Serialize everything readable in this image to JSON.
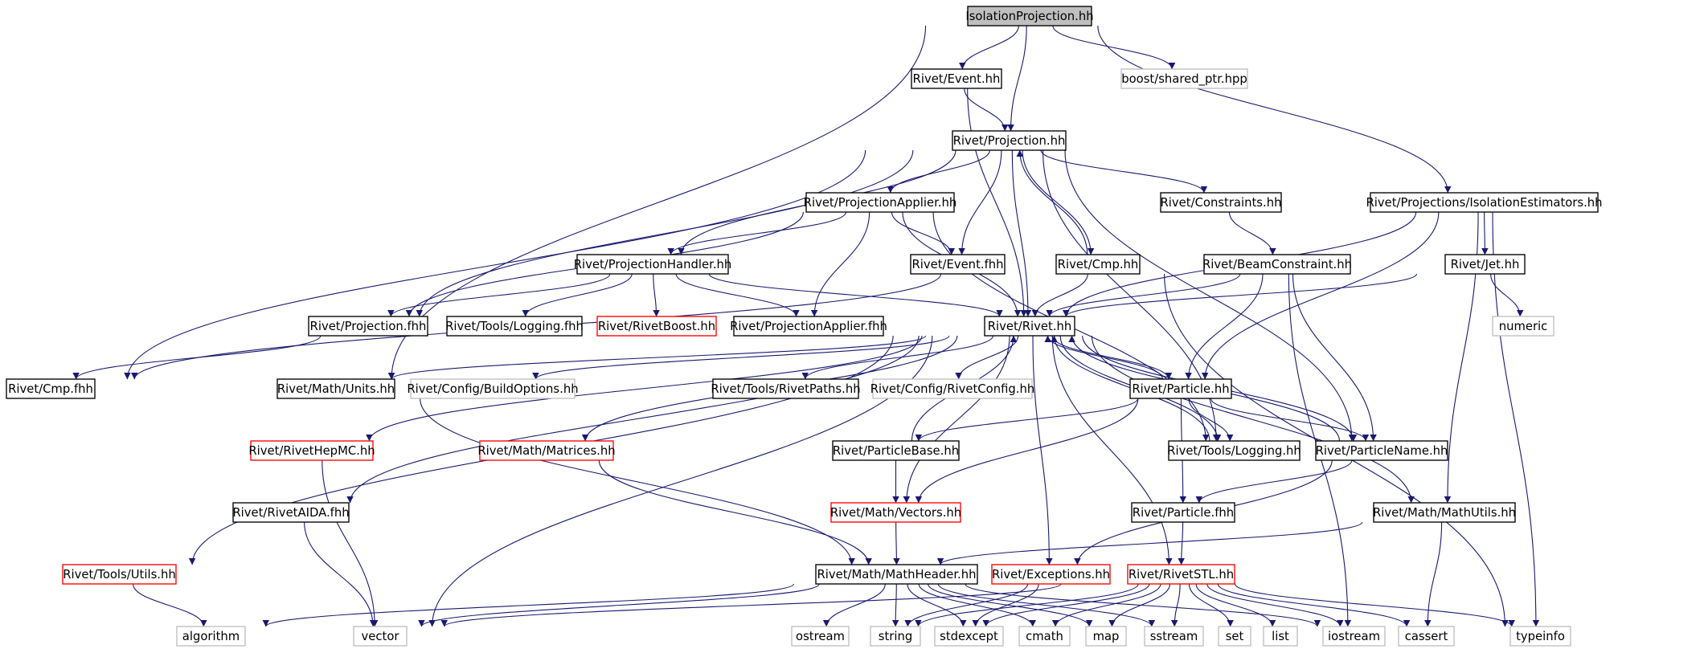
{
  "colors": {
    "edge": "#191970",
    "arrow": "#191970",
    "box_default": "#000000",
    "box_external": "#bfbfbf",
    "box_incomplete": "#ff0000",
    "root_fill": "#bfbfbf",
    "text": "#000000"
  },
  "nodes": [
    {
      "id": "isolationprojection",
      "label": "IsolationProjection.hh",
      "style": "root"
    },
    {
      "id": "event_hh",
      "label": "Rivet/Event.hh",
      "style": "default"
    },
    {
      "id": "boost_shared_ptr",
      "label": "boost/shared_ptr.hpp",
      "style": "external"
    },
    {
      "id": "projection_hh",
      "label": "Rivet/Projection.hh",
      "style": "default"
    },
    {
      "id": "projectionapplier_hh",
      "label": "Rivet/ProjectionApplier.hh",
      "style": "default"
    },
    {
      "id": "constraints_hh",
      "label": "Rivet/Constraints.hh",
      "style": "default"
    },
    {
      "id": "isolationestimators_hh",
      "label": "Rivet/Projections/IsolationEstimators.hh",
      "style": "default"
    },
    {
      "id": "projectionhandler_hh",
      "label": "Rivet/ProjectionHandler.hh",
      "style": "default"
    },
    {
      "id": "event_fhh",
      "label": "Rivet/Event.fhh",
      "style": "default"
    },
    {
      "id": "cmp_hh",
      "label": "Rivet/Cmp.hh",
      "style": "default"
    },
    {
      "id": "beamconstraint_hh",
      "label": "Rivet/BeamConstraint.hh",
      "style": "default"
    },
    {
      "id": "jet_hh",
      "label": "Rivet/Jet.hh",
      "style": "default"
    },
    {
      "id": "projection_fhh",
      "label": "Rivet/Projection.fhh",
      "style": "default"
    },
    {
      "id": "tools_logging_fhh",
      "label": "Rivet/Tools/Logging.fhh",
      "style": "default"
    },
    {
      "id": "rivetboost_hh",
      "label": "Rivet/RivetBoost.hh",
      "style": "incomplete"
    },
    {
      "id": "projectionapplier_fhh",
      "label": "Rivet/ProjectionApplier.fhh",
      "style": "default"
    },
    {
      "id": "rivet_hh",
      "label": "Rivet/Rivet.hh",
      "style": "default"
    },
    {
      "id": "numeric",
      "label": "numeric",
      "style": "external"
    },
    {
      "id": "cmp_fhh",
      "label": "Rivet/Cmp.fhh",
      "style": "default"
    },
    {
      "id": "math_units_hh",
      "label": "Rivet/Math/Units.hh",
      "style": "default"
    },
    {
      "id": "config_buildoptions_hh",
      "label": "Rivet/Config/BuildOptions.hh",
      "style": "external"
    },
    {
      "id": "tools_rivetpaths_hh",
      "label": "Rivet/Tools/RivetPaths.hh",
      "style": "default"
    },
    {
      "id": "config_rivetconfig_hh",
      "label": "Rivet/Config/RivetConfig.hh",
      "style": "external"
    },
    {
      "id": "particle_hh",
      "label": "Rivet/Particle.hh",
      "style": "default"
    },
    {
      "id": "rivethepmc_hh",
      "label": "Rivet/RivetHepMC.hh",
      "style": "incomplete"
    },
    {
      "id": "math_matrices_hh",
      "label": "Rivet/Math/Matrices.hh",
      "style": "incomplete"
    },
    {
      "id": "particlebase_hh",
      "label": "Rivet/ParticleBase.hh",
      "style": "default"
    },
    {
      "id": "tools_logging_hh",
      "label": "Rivet/Tools/Logging.hh",
      "style": "default"
    },
    {
      "id": "particlename_hh",
      "label": "Rivet/ParticleName.hh",
      "style": "default"
    },
    {
      "id": "rivetaida_fhh",
      "label": "Rivet/RivetAIDA.fhh",
      "style": "default"
    },
    {
      "id": "math_vectors_hh",
      "label": "Rivet/Math/Vectors.hh",
      "style": "incomplete"
    },
    {
      "id": "particle_fhh",
      "label": "Rivet/Particle.fhh",
      "style": "default"
    },
    {
      "id": "math_mathutils_hh",
      "label": "Rivet/Math/MathUtils.hh",
      "style": "default"
    },
    {
      "id": "tools_utils_hh",
      "label": "Rivet/Tools/Utils.hh",
      "style": "incomplete"
    },
    {
      "id": "math_mathheader_hh",
      "label": "Rivet/Math/MathHeader.hh",
      "style": "default"
    },
    {
      "id": "exceptions_hh",
      "label": "Rivet/Exceptions.hh",
      "style": "incomplete"
    },
    {
      "id": "rivetstl_hh",
      "label": "Rivet/RivetSTL.hh",
      "style": "incomplete"
    },
    {
      "id": "algorithm",
      "label": "algorithm",
      "style": "external"
    },
    {
      "id": "vector",
      "label": "vector",
      "style": "external"
    },
    {
      "id": "ostream",
      "label": "ostream",
      "style": "external"
    },
    {
      "id": "string",
      "label": "string",
      "style": "external"
    },
    {
      "id": "stdexcept",
      "label": "stdexcept",
      "style": "external"
    },
    {
      "id": "cmath",
      "label": "cmath",
      "style": "external"
    },
    {
      "id": "map",
      "label": "map",
      "style": "external"
    },
    {
      "id": "sstream",
      "label": "sstream",
      "style": "external"
    },
    {
      "id": "set",
      "label": "set",
      "style": "external"
    },
    {
      "id": "list",
      "label": "list",
      "style": "external"
    },
    {
      "id": "iostream",
      "label": "iostream",
      "style": "external"
    },
    {
      "id": "cassert",
      "label": "cassert",
      "style": "external"
    },
    {
      "id": "typeinfo",
      "label": "typeinfo",
      "style": "external"
    }
  ],
  "edges": [
    [
      "isolationprojection",
      "event_hh"
    ],
    [
      "isolationprojection",
      "boost_shared_ptr"
    ],
    [
      "isolationprojection",
      "projection_hh"
    ],
    [
      "isolationprojection",
      "isolationestimators_hh"
    ],
    [
      "isolationprojection",
      "math_units_hh"
    ],
    [
      "event_hh",
      "projection_hh"
    ],
    [
      "event_hh",
      "rivet_hh"
    ],
    [
      "projection_hh",
      "projectionapplier_hh"
    ],
    [
      "projection_hh",
      "constraints_hh"
    ],
    [
      "projection_hh",
      "projectionhandler_hh"
    ],
    [
      "projection_hh",
      "event_fhh"
    ],
    [
      "projection_hh",
      "cmp_hh"
    ],
    [
      "projection_hh",
      "projection_fhh"
    ],
    [
      "projection_hh",
      "rivet_hh"
    ],
    [
      "projection_hh",
      "cmp_fhh"
    ],
    [
      "projection_hh",
      "tools_logging_hh"
    ],
    [
      "projection_hh",
      "particlename_hh"
    ],
    [
      "projectionapplier_hh",
      "projectionhandler_hh"
    ],
    [
      "projectionapplier_hh",
      "event_fhh"
    ],
    [
      "projectionapplier_hh",
      "projection_fhh"
    ],
    [
      "projectionapplier_hh",
      "projectionapplier_fhh"
    ],
    [
      "projectionapplier_hh",
      "rivet_hh"
    ],
    [
      "projectionapplier_hh",
      "tools_logging_hh"
    ],
    [
      "constraints_hh",
      "beamconstraint_hh"
    ],
    [
      "isolationestimators_hh",
      "jet_hh"
    ],
    [
      "isolationestimators_hh",
      "particle_hh"
    ],
    [
      "isolationestimators_hh",
      "math_mathutils_hh"
    ],
    [
      "isolationestimators_hh",
      "typeinfo"
    ],
    [
      "isolationestimators_hh",
      "rivet_hh"
    ],
    [
      "projectionhandler_hh",
      "projection_fhh"
    ],
    [
      "projectionhandler_hh",
      "tools_logging_fhh"
    ],
    [
      "projectionhandler_hh",
      "rivetboost_hh"
    ],
    [
      "projectionhandler_hh",
      "projectionapplier_fhh"
    ],
    [
      "projectionhandler_hh",
      "rivet_hh"
    ],
    [
      "cmp_hh",
      "projection_hh"
    ],
    [
      "cmp_hh",
      "rivet_hh"
    ],
    [
      "cmp_hh",
      "cmp_fhh"
    ],
    [
      "cmp_hh",
      "typeinfo"
    ],
    [
      "beamconstraint_hh",
      "rivet_hh"
    ],
    [
      "beamconstraint_hh",
      "particle_hh"
    ],
    [
      "beamconstraint_hh",
      "particlename_hh"
    ],
    [
      "beamconstraint_hh",
      "iostream"
    ],
    [
      "jet_hh",
      "rivet_hh"
    ],
    [
      "jet_hh",
      "numeric"
    ],
    [
      "projection_fhh",
      "cmp_fhh"
    ],
    [
      "rivet_hh",
      "math_units_hh"
    ],
    [
      "rivet_hh",
      "config_buildoptions_hh"
    ],
    [
      "rivet_hh",
      "tools_rivetpaths_hh"
    ],
    [
      "rivet_hh",
      "config_rivetconfig_hh"
    ],
    [
      "rivet_hh",
      "particle_hh"
    ],
    [
      "rivet_hh",
      "rivethepmc_hh"
    ],
    [
      "rivet_hh",
      "math_matrices_hh"
    ],
    [
      "rivet_hh",
      "tools_logging_hh"
    ],
    [
      "rivet_hh",
      "particlename_hh"
    ],
    [
      "rivet_hh",
      "rivetaida_fhh"
    ],
    [
      "rivet_hh",
      "math_vectors_hh"
    ],
    [
      "rivet_hh",
      "math_mathutils_hh"
    ],
    [
      "rivet_hh",
      "tools_utils_hh"
    ],
    [
      "rivet_hh",
      "exceptions_hh"
    ],
    [
      "rivet_hh",
      "rivetstl_hh"
    ],
    [
      "rivet_hh",
      "vector"
    ],
    [
      "particle_hh",
      "rivet_hh"
    ],
    [
      "particle_hh",
      "particlebase_hh"
    ],
    [
      "particle_hh",
      "tools_logging_hh"
    ],
    [
      "particle_hh",
      "particlename_hh"
    ],
    [
      "particle_hh",
      "math_vectors_hh"
    ],
    [
      "particle_hh",
      "particle_fhh"
    ],
    [
      "particlebase_hh",
      "rivet_hh"
    ],
    [
      "particlebase_hh",
      "math_vectors_hh"
    ],
    [
      "tools_logging_hh",
      "rivet_hh"
    ],
    [
      "particlename_hh",
      "rivet_hh"
    ],
    [
      "particlename_hh",
      "particle_fhh"
    ],
    [
      "particlename_hh",
      "exceptions_hh"
    ],
    [
      "math_units_hh",
      "math_mathheader_hh"
    ],
    [
      "math_matrices_hh",
      "math_mathheader_hh"
    ],
    [
      "math_vectors_hh",
      "math_mathheader_hh"
    ],
    [
      "rivethepmc_hh",
      "vector"
    ],
    [
      "rivetaida_fhh",
      "vector"
    ],
    [
      "tools_utils_hh",
      "algorithm"
    ],
    [
      "particle_fhh",
      "rivetstl_hh"
    ],
    [
      "math_mathutils_hh",
      "math_mathheader_hh"
    ],
    [
      "math_mathutils_hh",
      "cassert"
    ],
    [
      "math_mathheader_hh",
      "algorithm"
    ],
    [
      "math_mathheader_hh",
      "vector"
    ],
    [
      "math_mathheader_hh",
      "ostream"
    ],
    [
      "math_mathheader_hh",
      "string"
    ],
    [
      "math_mathheader_hh",
      "stdexcept"
    ],
    [
      "math_mathheader_hh",
      "cmath"
    ],
    [
      "math_mathheader_hh",
      "map"
    ],
    [
      "math_mathheader_hh",
      "sstream"
    ],
    [
      "math_mathheader_hh",
      "iostream"
    ],
    [
      "exceptions_hh",
      "string"
    ],
    [
      "exceptions_hh",
      "stdexcept"
    ],
    [
      "rivetstl_hh",
      "vector"
    ],
    [
      "rivetstl_hh",
      "string"
    ],
    [
      "rivetstl_hh",
      "stdexcept"
    ],
    [
      "rivetstl_hh",
      "cmath"
    ],
    [
      "rivetstl_hh",
      "map"
    ],
    [
      "rivetstl_hh",
      "sstream"
    ],
    [
      "rivetstl_hh",
      "set"
    ],
    [
      "rivetstl_hh",
      "list"
    ],
    [
      "rivetstl_hh",
      "iostream"
    ],
    [
      "rivetstl_hh",
      "cassert"
    ],
    [
      "rivetstl_hh",
      "typeinfo"
    ]
  ]
}
